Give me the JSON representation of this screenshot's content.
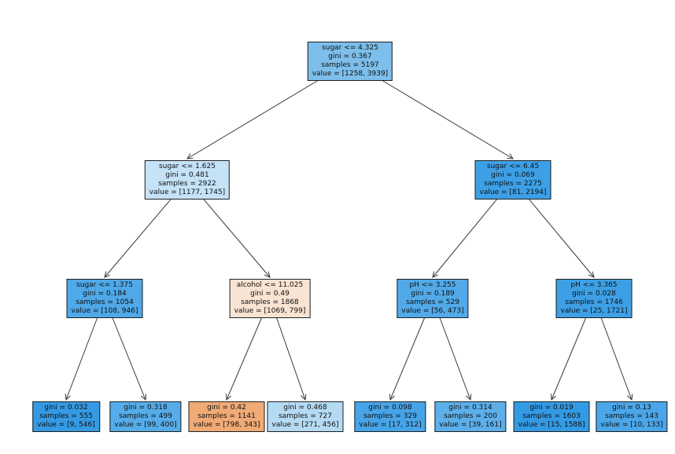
{
  "figure": {
    "background_color": "#ffffff",
    "edge_color": "#3a3a3a",
    "node_border_color": "#1f1f1f",
    "text_color": "#101010"
  },
  "chart_data": {
    "type": "decision-tree",
    "title": "",
    "criterion": "gini",
    "nodes": [
      {
        "id": 0,
        "lines": [
          "sugar <= 4.325",
          "gini = 0.367",
          "samples = 5197",
          "value = [1258, 3939]"
        ],
        "color": "#7dbeea"
      },
      {
        "id": 1,
        "lines": [
          "sugar <= 1.625",
          "gini = 0.481",
          "samples = 2922",
          "value = [1177, 1745]"
        ],
        "color": "#c5e2f7"
      },
      {
        "id": 2,
        "lines": [
          "sugar <= 6.45",
          "gini = 0.069",
          "samples = 2275",
          "value = [81, 2194]"
        ],
        "color": "#3da0e6"
      },
      {
        "id": 3,
        "lines": [
          "sugar <= 1.375",
          "gini = 0.184",
          "samples = 1054",
          "value = [108, 946]"
        ],
        "color": "#4fa8e8"
      },
      {
        "id": 4,
        "lines": [
          "alcohol <= 11.025",
          "gini = 0.49",
          "samples = 1868",
          "value = [1069, 799]"
        ],
        "color": "#f9e3d2"
      },
      {
        "id": 5,
        "lines": [
          "pH <= 3.255",
          "gini = 0.189",
          "samples = 529",
          "value = [56, 473]"
        ],
        "color": "#51a9e8"
      },
      {
        "id": 6,
        "lines": [
          "pH <= 3.365",
          "gini = 0.028",
          "samples = 1746",
          "value = [25, 1721]"
        ],
        "color": "#3da0e6"
      },
      {
        "id": 7,
        "lines": [
          "gini = 0.032",
          "samples = 555",
          "value = [9, 546]"
        ],
        "color": "#359ae3"
      },
      {
        "id": 8,
        "lines": [
          "gini = 0.318",
          "samples = 499",
          "value = [99, 400]"
        ],
        "color": "#56ace8"
      },
      {
        "id": 9,
        "lines": [
          "gini = 0.42",
          "samples = 1141",
          "value = [798, 343]"
        ],
        "color": "#f0aa76"
      },
      {
        "id": 10,
        "lines": [
          "gini = 0.468",
          "samples = 727",
          "value = [271, 456]"
        ],
        "color": "#b5daf3"
      },
      {
        "id": 11,
        "lines": [
          "gini = 0.098",
          "samples = 329",
          "value = [17, 312]"
        ],
        "color": "#47a4e7"
      },
      {
        "id": 12,
        "lines": [
          "gini = 0.314",
          "samples = 200",
          "value = [39, 161]"
        ],
        "color": "#5cafe9"
      },
      {
        "id": 13,
        "lines": [
          "gini = 0.019",
          "samples = 1603",
          "value = [15, 1588]"
        ],
        "color": "#339ae4"
      },
      {
        "id": 14,
        "lines": [
          "gini = 0.13",
          "samples = 143",
          "value = [10, 133]"
        ],
        "color": "#4aa6e8"
      }
    ],
    "edges": [
      [
        0,
        1
      ],
      [
        0,
        2
      ],
      [
        1,
        3
      ],
      [
        1,
        4
      ],
      [
        2,
        5
      ],
      [
        2,
        6
      ],
      [
        3,
        7
      ],
      [
        3,
        8
      ],
      [
        4,
        9
      ],
      [
        4,
        10
      ],
      [
        5,
        11
      ],
      [
        5,
        12
      ],
      [
        6,
        13
      ],
      [
        6,
        14
      ]
    ]
  }
}
